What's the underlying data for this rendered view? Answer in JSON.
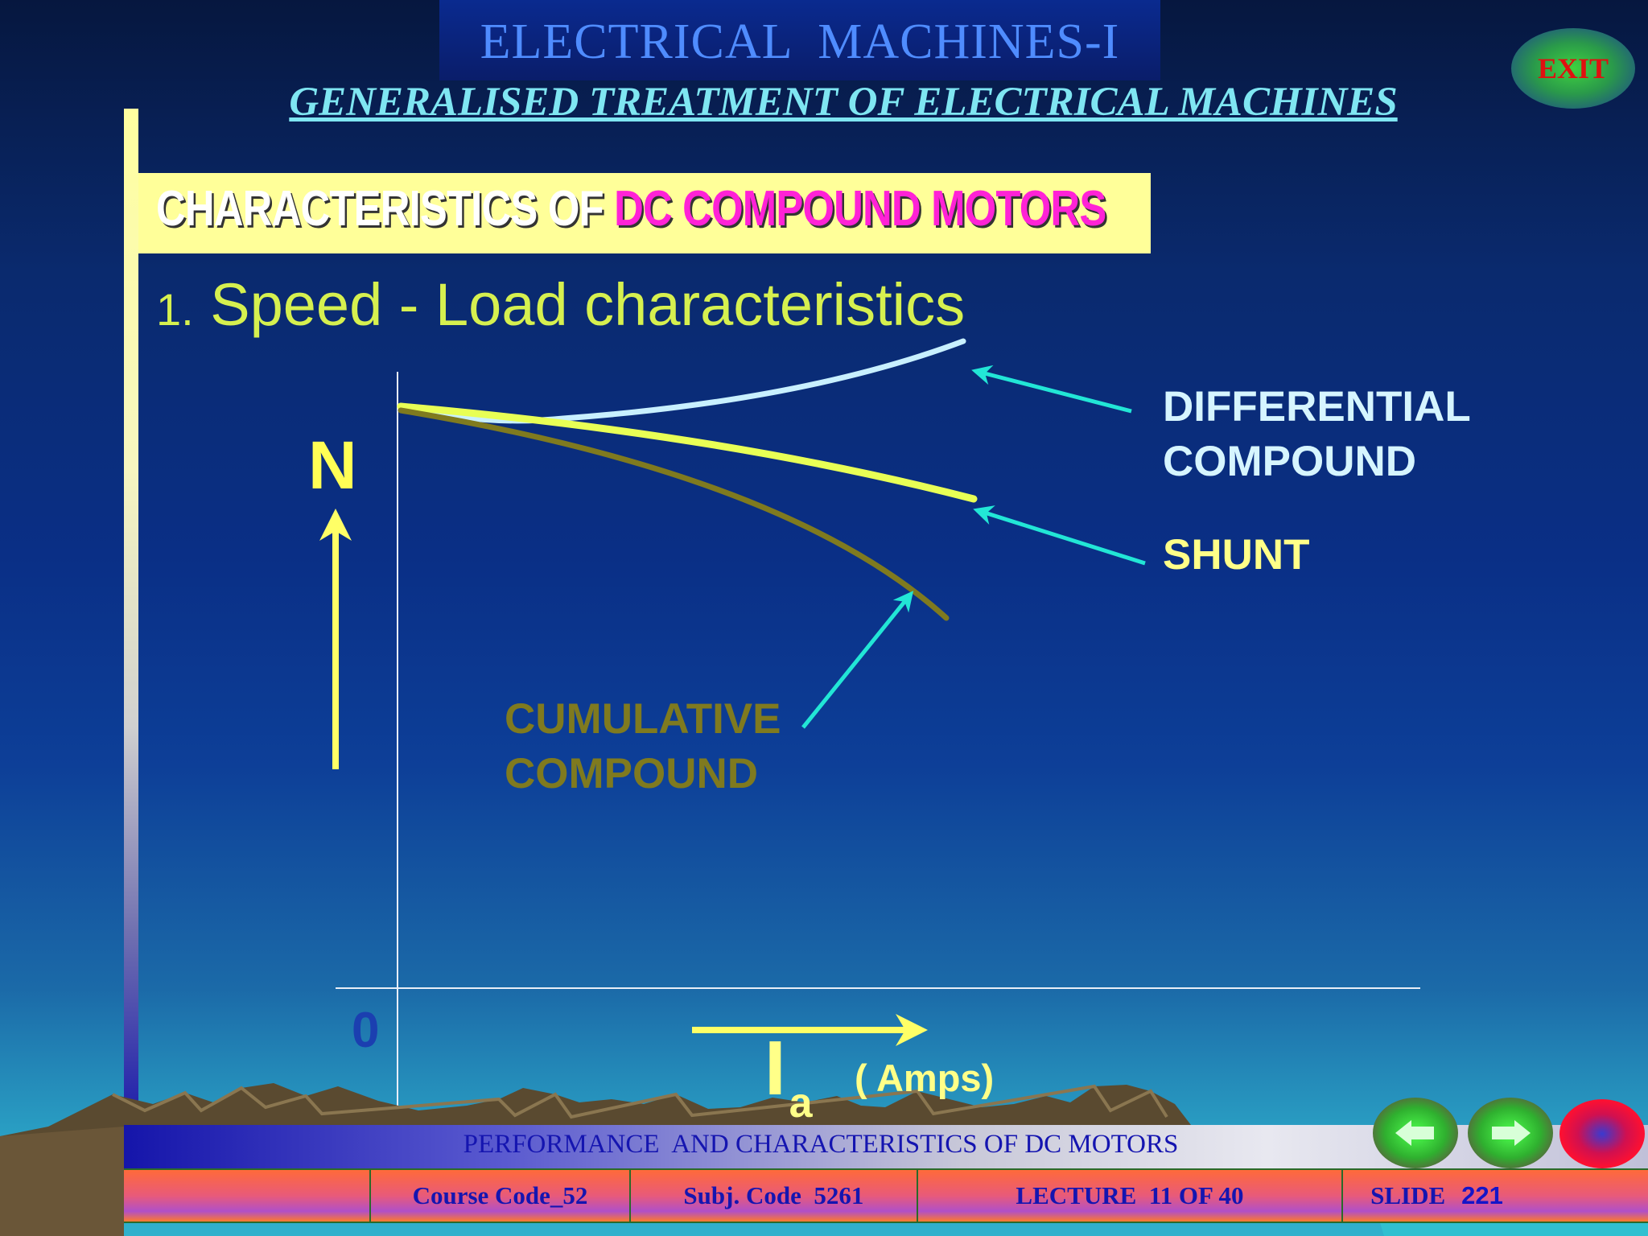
{
  "header": {
    "title": "ELECTRICAL  MACHINES-I",
    "subtitle": "GENERALISED TREATMENT OF ELECTRICAL MACHINES",
    "exit_label": "EXIT"
  },
  "slide": {
    "heading_part1": "CHARACTERISTICS OF ",
    "heading_part2": "DC COMPOUND MOTORS",
    "section_number": "1.",
    "section_title": " Speed - Load characteristics"
  },
  "diagram": {
    "y_axis_label": "N",
    "origin_label": "0",
    "x_axis_label": "I",
    "x_axis_subscript": "a",
    "x_axis_unit": "( Amps)",
    "labels": {
      "differential_line1": "DIFFERENTIAL",
      "differential_line2": "COMPOUND",
      "shunt": "SHUNT",
      "cumulative_line1": "CUMULATIVE",
      "cumulative_line2": "COMPOUND"
    },
    "colors": {
      "differential": "#c8f0ff",
      "shunt": "#e8ff55",
      "cumulative": "#7f7a1f",
      "pointer_arrows": "#22e6d6",
      "axis_arrows": "#ffff66"
    }
  },
  "footer": {
    "title": "PERFORMANCE  AND CHARACTERISTICS OF DC MOTORS",
    "course_code": "Course Code_52",
    "subj_code": "Subj. Code  5261",
    "lecture": "LECTURE  11 OF 40",
    "slide_label": "SLIDE",
    "slide_number": "221"
  },
  "nav": {
    "prev_icon": "left-arrow-icon",
    "next_icon": "right-arrow-icon",
    "home_icon": "red-circle-icon"
  }
}
